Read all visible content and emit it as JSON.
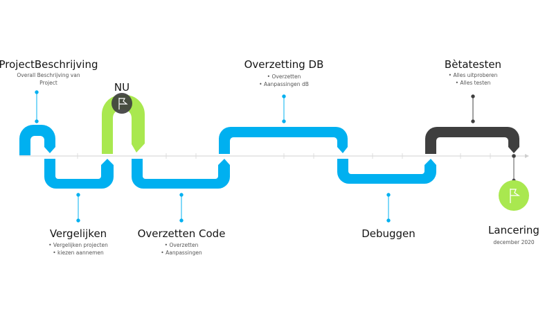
{
  "colors": {
    "blue": "#00b0f0",
    "green": "#a9e84f",
    "dark": "#3f3f3f",
    "axis": "#d9d9d9"
  },
  "milestones": [
    {
      "id": "projectbeschrijving",
      "title": "ProjectBeschrijving",
      "subtitle": "Overall Beschrijving van Project",
      "bullets": [],
      "position": "above",
      "color": "blue"
    },
    {
      "id": "vergelijken",
      "title": "Vergelijken",
      "bullets": [
        "Vergelijken projecten",
        "kiezen aannemen"
      ],
      "position": "below",
      "color": "blue"
    },
    {
      "id": "nu",
      "title": "NU",
      "bullets": [],
      "position": "above",
      "color": "green",
      "icon": "flag-icon"
    },
    {
      "id": "overzetten-code",
      "title": "Overzetten Code",
      "bullets": [
        "Overzetten",
        "Aanpassingen"
      ],
      "position": "below",
      "color": "blue"
    },
    {
      "id": "overzetting-db",
      "title": "Overzetting DB",
      "bullets": [
        "Overzetten",
        "Aanpassingen dB"
      ],
      "position": "above",
      "color": "blue"
    },
    {
      "id": "debuggen",
      "title": "Debuggen",
      "bullets": [],
      "position": "below",
      "color": "blue"
    },
    {
      "id": "betatesten",
      "title": "Bètatesten",
      "bullets": [
        "Alles uitproberen",
        "Alles testen"
      ],
      "position": "above",
      "color": "dark"
    },
    {
      "id": "lancering",
      "title": "Lancering",
      "subtitle": "december 2020",
      "bullets": [],
      "position": "below",
      "color": "green",
      "icon": "flag-icon"
    }
  ]
}
